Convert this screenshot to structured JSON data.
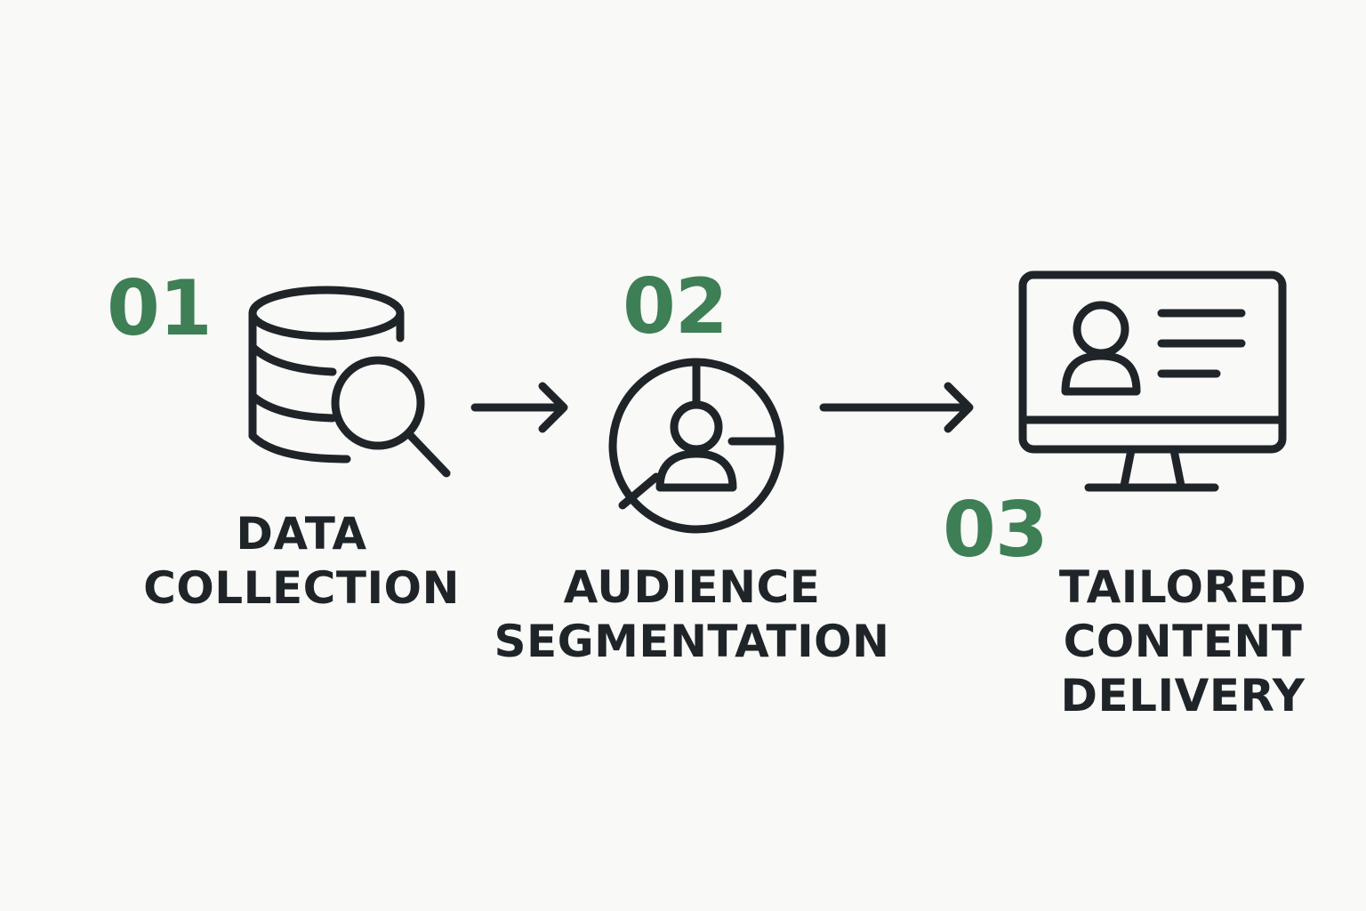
{
  "colors": {
    "background": "#f9f9f7",
    "accent": "#3e7f55",
    "ink": "#1f2428"
  },
  "steps": [
    {
      "number": "01",
      "icon": "database-search-icon",
      "label_lines": [
        "DATA",
        "COLLECTION"
      ]
    },
    {
      "number": "02",
      "icon": "audience-segment-icon",
      "label_lines": [
        "AUDIENCE",
        "SEGMENTATION"
      ]
    },
    {
      "number": "03",
      "icon": "monitor-profile-icon",
      "label_lines": [
        "TAILORED",
        "CONTENT",
        "DELIVERY"
      ]
    }
  ],
  "connectors": [
    "arrow-right-icon",
    "arrow-right-icon"
  ]
}
